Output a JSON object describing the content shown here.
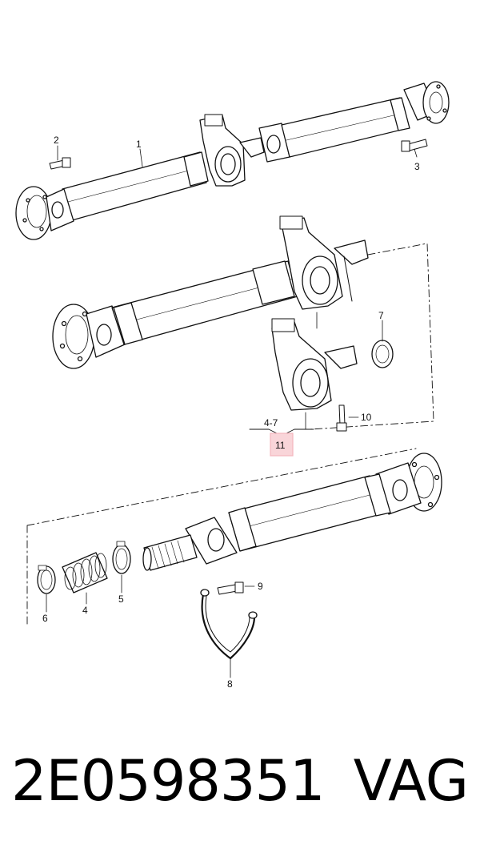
{
  "diagram": {
    "callouts": {
      "c1": "1",
      "c2": "2",
      "c3": "3",
      "c4": "4",
      "c5": "5",
      "c6": "6",
      "c7": "7",
      "c8": "8",
      "c9": "9",
      "c10": "10",
      "c47": "4-7",
      "c11": "11"
    },
    "highlight_color": "#f4b6bd"
  },
  "footer": {
    "part_number": "2E0598351",
    "brand": "VAG"
  }
}
